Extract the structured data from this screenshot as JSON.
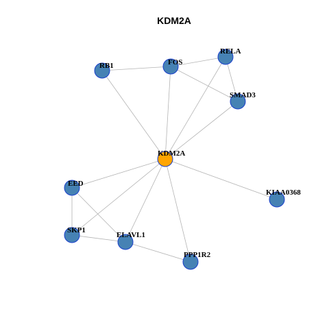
{
  "title": "KDM2A",
  "colors": {
    "node_fill": "#4682b4",
    "node_border": "#1a3fcc",
    "center_fill": "#ffa500",
    "edge": "#b3b3b3"
  },
  "nodes": [
    {
      "id": "KDM2A",
      "label": "KDM2A",
      "center": true
    },
    {
      "id": "RB1",
      "label": "RB1"
    },
    {
      "id": "FOS",
      "label": "FOS"
    },
    {
      "id": "RELA",
      "label": "RELA"
    },
    {
      "id": "SMAD3",
      "label": "SMAD3"
    },
    {
      "id": "EED",
      "label": "EED"
    },
    {
      "id": "KIAA0368",
      "label": "KIAA0368"
    },
    {
      "id": "SKP1",
      "label": "SKP1"
    },
    {
      "id": "ELAVL1",
      "label": "ELAVL1"
    },
    {
      "id": "PPP1R2",
      "label": "PPP1R2"
    }
  ],
  "edges": [
    [
      "RB1",
      "FOS"
    ],
    [
      "RB1",
      "KDM2A"
    ],
    [
      "FOS",
      "RELA"
    ],
    [
      "FOS",
      "SMAD3"
    ],
    [
      "FOS",
      "KDM2A"
    ],
    [
      "RELA",
      "SMAD3"
    ],
    [
      "RELA",
      "KDM2A"
    ],
    [
      "SMAD3",
      "KDM2A"
    ],
    [
      "KDM2A",
      "EED"
    ],
    [
      "KDM2A",
      "KIAA0368"
    ],
    [
      "KDM2A",
      "SKP1"
    ],
    [
      "KDM2A",
      "ELAVL1"
    ],
    [
      "KDM2A",
      "PPP1R2"
    ],
    [
      "EED",
      "SKP1"
    ],
    [
      "EED",
      "ELAVL1"
    ],
    [
      "SKP1",
      "ELAVL1"
    ],
    [
      "ELAVL1",
      "PPP1R2"
    ]
  ]
}
